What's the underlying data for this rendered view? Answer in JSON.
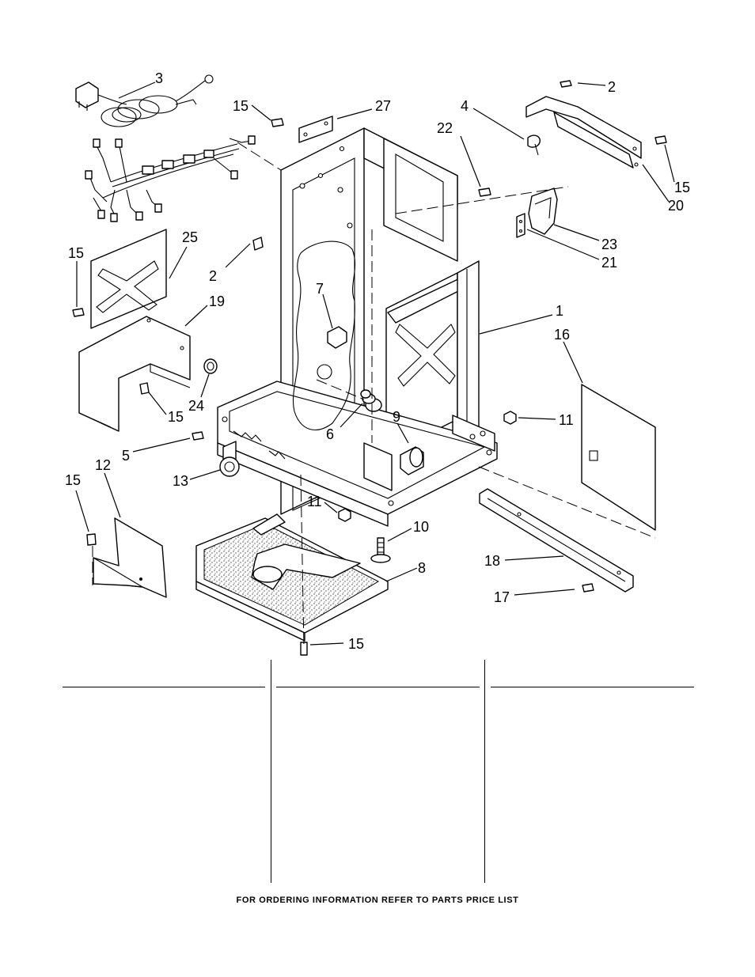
{
  "callouts": [
    {
      "id": "c3",
      "text": "3"
    },
    {
      "id": "c2a",
      "text": "2"
    },
    {
      "id": "c15a",
      "text": "15"
    },
    {
      "id": "c27",
      "text": "27"
    },
    {
      "id": "c4",
      "text": "4"
    },
    {
      "id": "c22",
      "text": "22"
    },
    {
      "id": "c15b",
      "text": "15"
    },
    {
      "id": "c20",
      "text": "20"
    },
    {
      "id": "c25",
      "text": "25"
    },
    {
      "id": "c15c",
      "text": "15"
    },
    {
      "id": "c2b",
      "text": "2"
    },
    {
      "id": "c23",
      "text": "23"
    },
    {
      "id": "c21",
      "text": "21"
    },
    {
      "id": "c19",
      "text": "19"
    },
    {
      "id": "c7",
      "text": "7"
    },
    {
      "id": "c1",
      "text": "1"
    },
    {
      "id": "c16",
      "text": "16"
    },
    {
      "id": "c24",
      "text": "24"
    },
    {
      "id": "c15d",
      "text": "15"
    },
    {
      "id": "c6",
      "text": "6"
    },
    {
      "id": "c9",
      "text": "9"
    },
    {
      "id": "c11a",
      "text": "11"
    },
    {
      "id": "c5",
      "text": "5"
    },
    {
      "id": "c13",
      "text": "13"
    },
    {
      "id": "c15e",
      "text": "15"
    },
    {
      "id": "c12",
      "text": "12"
    },
    {
      "id": "c11b",
      "text": "11"
    },
    {
      "id": "c10",
      "text": "10"
    },
    {
      "id": "c8",
      "text": "8"
    },
    {
      "id": "c18",
      "text": "18"
    },
    {
      "id": "c17",
      "text": "17"
    },
    {
      "id": "c15f",
      "text": "15"
    }
  ],
  "footer": {
    "text": "FOR ORDERING INFORMATION REFER TO PARTS PRICE LIST"
  }
}
